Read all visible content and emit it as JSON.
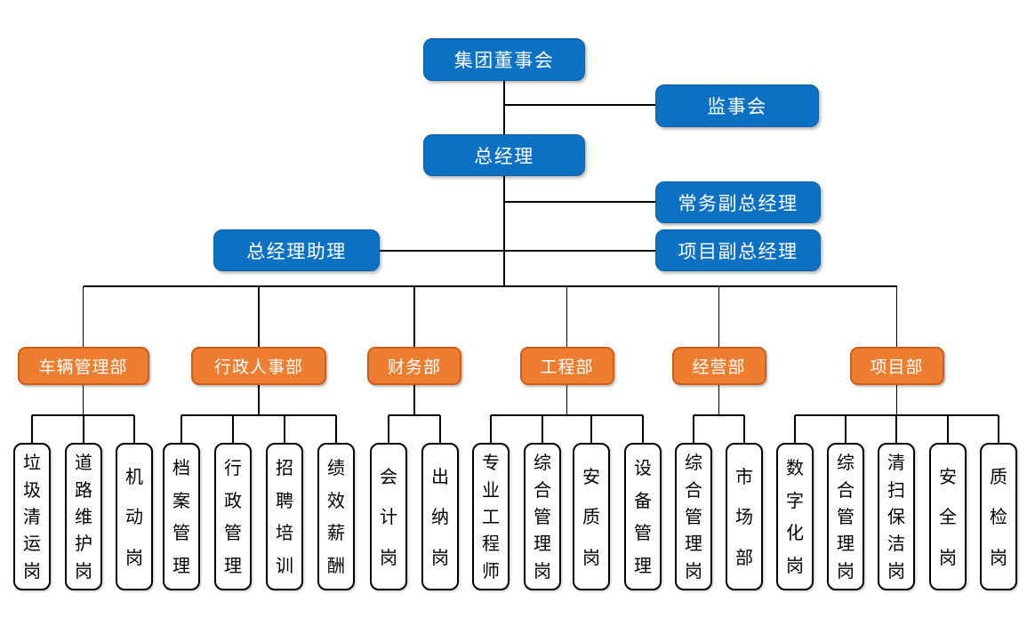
{
  "diagram": {
    "type": "org-chart",
    "executives": {
      "board": "集团董事会",
      "supervisory_board": "监事会",
      "general_manager": "总经理",
      "executive_deputy_gm": "常务副总经理",
      "gm_assistant": "总经理助理",
      "project_deputy_gm": "项目副总经理"
    },
    "departments": [
      {
        "label": "车辆管理部",
        "positions": [
          "垃圾清运岗",
          "道路维护岗",
          "机动岗"
        ]
      },
      {
        "label": "行政人事部",
        "positions": [
          "档案管理",
          "行政管理",
          "招聘培训",
          "绩效薪酬"
        ]
      },
      {
        "label": "财务部",
        "positions": [
          "会计岗",
          "出纳岗"
        ]
      },
      {
        "label": "工程部",
        "positions": [
          "专业工程师",
          "综合管理岗",
          "安质岗",
          "设备管理"
        ]
      },
      {
        "label": "经营部",
        "positions": [
          "综合管理岗",
          "市场部"
        ]
      },
      {
        "label": "项目部",
        "positions": [
          "数字化岗",
          "综合管理岗",
          "清扫保洁岗",
          "安全岗",
          "质检岗"
        ]
      }
    ]
  },
  "colors": {
    "executive_blue": "#0C71C3",
    "executive_blue_border": "#0E5FA5",
    "department_orange": "#ED7D31",
    "department_orange_border": "#CE5E17",
    "position_box_bg": "#FFFFFF",
    "position_box_border": "#000000",
    "connector_line": "#000000",
    "text_on_color": "#FFFFFF",
    "text_on_white": "#000000"
  }
}
